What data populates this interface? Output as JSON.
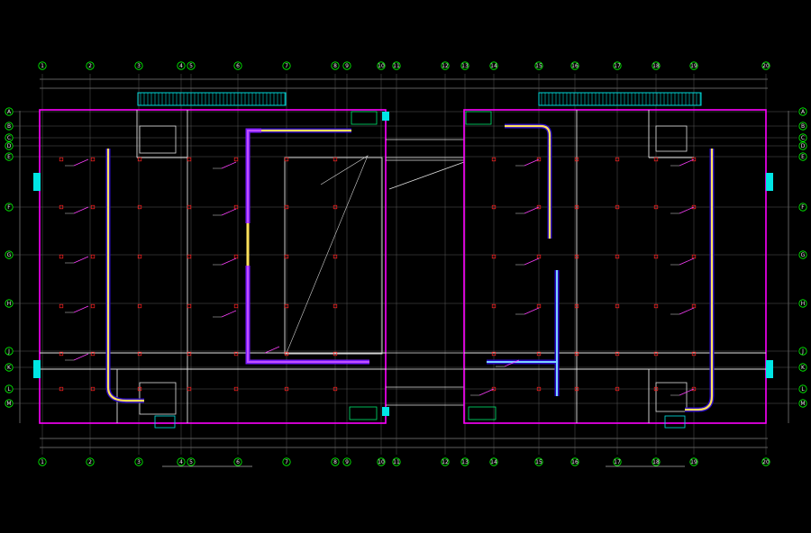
{
  "colors": {
    "background": "#000000",
    "wall": "#ff00ff",
    "grid": "#ffffff",
    "bubble": "#00ff00",
    "duct": "#2a0ac8",
    "duct_fill": "#ffe15a",
    "fixture": "#ff2020",
    "tag": "#00e5e5",
    "leader": "#ff40ff",
    "text": "#e8e8e8"
  },
  "grid_axes": {
    "top": [
      "1",
      "2",
      "3",
      "4",
      "5",
      "6",
      "7",
      "8",
      "9",
      "10",
      "11",
      "12",
      "13",
      "14",
      "15",
      "16",
      "17",
      "18",
      "19",
      "20"
    ],
    "left": [
      "A",
      "B",
      "C",
      "D",
      "E",
      "F",
      "G",
      "H",
      "J",
      "K",
      "L",
      "M"
    ],
    "right": [
      "A",
      "B",
      "C",
      "D",
      "E",
      "F",
      "G",
      "H",
      "J",
      "K",
      "L",
      "M"
    ]
  },
  "plans": {
    "left": {
      "caption": ""
    },
    "right": {
      "caption": ""
    }
  }
}
